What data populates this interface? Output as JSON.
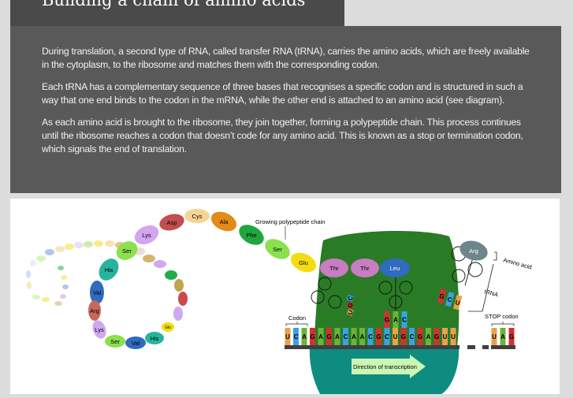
{
  "title": "Building a chain of amino acids",
  "paragraphs": [
    "During translation, a second type of RNA, called transfer RNA (tRNA), carries the amino acids, which are freely available in the cytoplasm, to the ribosome and matches them with the corresponding codon.",
    "Each tRNA has a complementary sequence of three bases that recognises a specific codon and is structured in such a way that one end binds to the codon in the mRNA, while the other end is attached to an amino acid (see diagram).",
    "As each amino acid is brought to the ribosome, they join together, forming a polypeptide chain. This process continues until the ribosome reaches a codon that doesn’t code for any amino acid. This is known as a stop or termination codon, which signals the end of translation."
  ],
  "diagram": {
    "chain_label": "Growing polypeptide chain",
    "codon_label": "Codon",
    "stop_codon_label": "STOP codon",
    "amino_acid_label": "Amino acid",
    "trna_label": "tRNA",
    "direction_label": "Direction of transcription",
    "chain": [
      "Asp",
      "Cys",
      "Ala",
      "Phe",
      "Ser",
      "Glu",
      "Lys",
      "Ser",
      "His",
      "Val",
      "Arg",
      "Lys",
      "Ser",
      "Val",
      "His",
      "Glu"
    ],
    "ribosome_amino_acids": [
      "Thr",
      "Thr",
      "Leu"
    ],
    "incoming_amino_acid": "Arg",
    "mrna": [
      "U",
      "C",
      "A",
      "G",
      "A",
      "G",
      "A",
      "C",
      "A",
      "A",
      "C",
      "G",
      "C",
      "U",
      "G",
      "C",
      "G",
      "A",
      "G",
      "U",
      "U"
    ],
    "stop_bases": [
      "U",
      "A",
      "G"
    ],
    "anticodon_center": [
      "G",
      "A",
      "C"
    ],
    "anticodon_left": [
      "C",
      "G",
      "U"
    ],
    "anticodon_right": [
      "G",
      "C",
      "U"
    ],
    "base_colors": {
      "U": "#e8a24e",
      "C": "#3aa3e3",
      "A": "#6db33a",
      "G": "#d33131"
    }
  }
}
